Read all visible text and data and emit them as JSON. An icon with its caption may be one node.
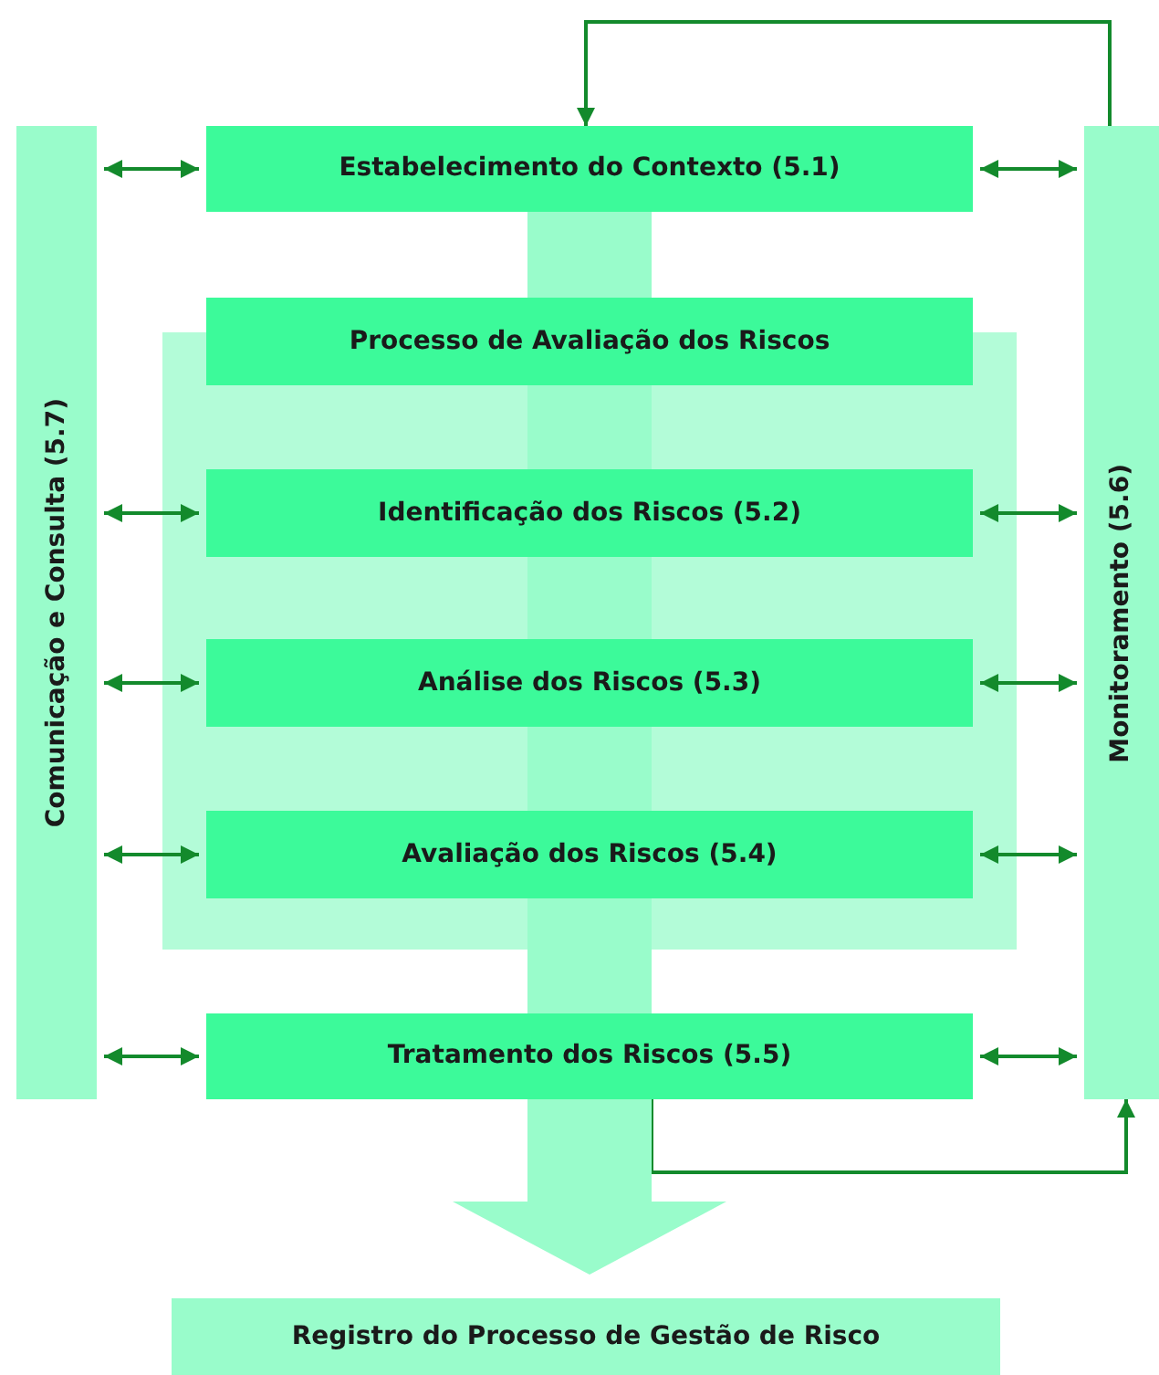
{
  "diagram": {
    "nodes": [
      {
        "text": [
          "Comunicação e Consulta (5.7)"
        ]
      },
      {
        "text": [
          "Estabelecimento do Contexto (5.1)"
        ]
      },
      {
        "text": [
          "Processo de Avaliação dos Riscos"
        ]
      },
      {
        "text": [],
        "shape": "box"
      },
      {
        "text": [
          "Identificação dos Riscos (5.2)"
        ],
        "in": 3
      },
      {
        "text": [
          "Análise dos Riscos (5.3)"
        ],
        "in": 3
      },
      {
        "text": [
          "Avaliação dos Riscos (5.4)"
        ],
        "in": 3
      },
      {
        "text": [
          "Tratamento dos Riscos (5.5)"
        ]
      },
      {
        "text": [
          "Monitoramento (5.6)"
        ]
      },
      {
        "text": [
          "Registro do Processo de Gestão de Risco"
        ]
      }
    ],
    "edges": [
      {
        "from": 0,
        "to": 1,
        "arrow": "both"
      },
      {
        "from": 0,
        "to": 4,
        "arrow": "both"
      },
      {
        "from": 0,
        "to": 5,
        "arrow": "both"
      },
      {
        "from": 0,
        "to": 6,
        "arrow": "both"
      },
      {
        "from": 0,
        "to": 7,
        "arrow": "both"
      },
      {
        "from": 1,
        "to": 8,
        "arrow": "both"
      },
      {
        "from": 4,
        "to": 8,
        "arrow": "both"
      },
      {
        "from": 5,
        "to": 8,
        "arrow": "both"
      },
      {
        "from": 6,
        "to": 8,
        "arrow": "both"
      },
      {
        "from": 7,
        "to": 8,
        "arrow": "both"
      },
      {
        "from": 8,
        "to": 1,
        "arrow": "to"
      },
      {
        "from": 7,
        "to": 8,
        "arrow": "to"
      },
      {
        "from": 1,
        "to": 2,
        "arrow": "none",
        "style": "thick",
        "color": "#99fccb"
      },
      {
        "from": 2,
        "to": 4,
        "arrow": "none",
        "style": "thick",
        "color": "#99fccb"
      },
      {
        "from": 4,
        "to": 5,
        "arrow": "none",
        "style": "thick",
        "color": "#99fccb"
      },
      {
        "from": 5,
        "to": 6,
        "arrow": "none",
        "style": "thick",
        "color": "#99fccb"
      },
      {
        "from": 6,
        "to": 7,
        "arrow": "none",
        "style": "thick",
        "color": "#99fccb"
      },
      {
        "from": 7,
        "to": 9,
        "arrow": "to",
        "style": "thick",
        "color": "#99fccb"
      }
    ]
  }
}
